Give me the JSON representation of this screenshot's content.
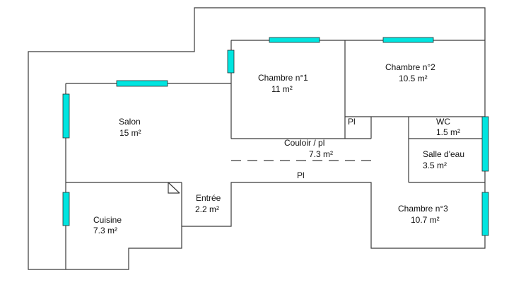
{
  "rooms": {
    "chambre1": {
      "name": "Chambre n°1",
      "area": "11  m²"
    },
    "chambre2": {
      "name": "Chambre n°2",
      "area": "10.5  m²"
    },
    "salon": {
      "name": "Salon",
      "area": "15 m²"
    },
    "wc": {
      "name": "WC",
      "area": "1.5  m²"
    },
    "couloir": {
      "name": "Couloir / pl",
      "area": "7.3 m²"
    },
    "salle_deau": {
      "name": "Salle d'eau",
      "area": "3.5  m²"
    },
    "entree": {
      "name": "Entrée",
      "area": "2.2  m²"
    },
    "cuisine": {
      "name": "Cuisine",
      "area": "7.3  m²"
    },
    "chambre3": {
      "name": "Chambre n°3",
      "area": "10.7  m²"
    }
  },
  "placards": {
    "top": "Pl",
    "corridor": "Pl"
  },
  "colors": {
    "window": "#00e5e0",
    "wall": "#3a3a3a"
  }
}
